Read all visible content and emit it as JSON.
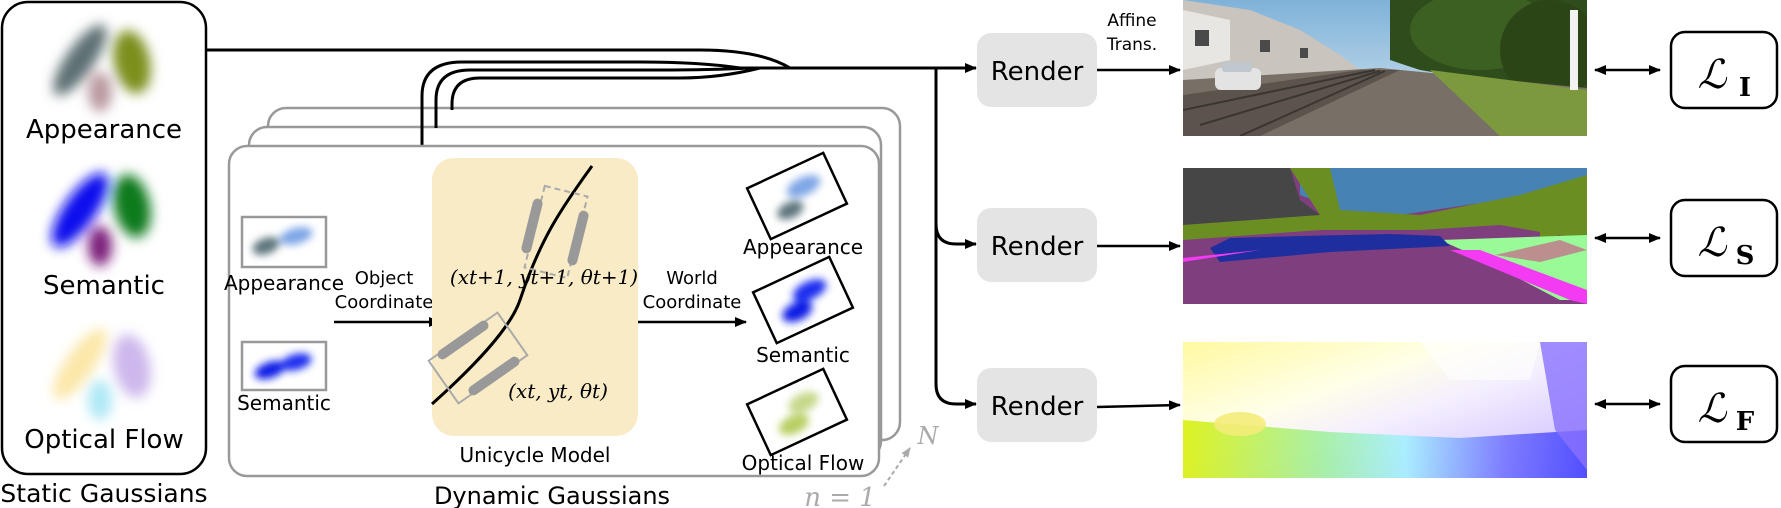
{
  "static_panel": {
    "caption": "Static Gaussians",
    "labels": [
      "Appearance",
      "Semantic",
      "Optical Flow"
    ]
  },
  "dynamic_panel": {
    "caption": "Dynamic Gaussians",
    "input_labels": [
      "Appearance",
      "Semantic"
    ],
    "output_labels": [
      "Appearance",
      "Semantic",
      "Optical Flow"
    ],
    "object_coordinate": [
      "Object",
      "Coordinate"
    ],
    "world_coordinate": [
      "World",
      "Coordinate"
    ],
    "unicycle_title": "Unicycle Model",
    "state_t1": "(x_{t+1}, y_{t+1}, θ_{t+1})",
    "state_t1_text": "(xt+1, yt+1, θt+1)",
    "state_t": "(x_t, y_t, θ_t)",
    "state_t_text": "(xt, yt, θt)",
    "stack_n": "n = 1",
    "stack_N": "N"
  },
  "render": {
    "labels": [
      "Render",
      "Render",
      "Render"
    ]
  },
  "affine": [
    "Affine",
    "Trans."
  ],
  "losses": [
    {
      "symbol": "ℒ",
      "subscript": "I"
    },
    {
      "symbol": "ℒ",
      "subscript": "S"
    },
    {
      "symbol": "ℒ",
      "subscript": "F"
    }
  ],
  "colors": {
    "yellow_panel": "#f8ebc6",
    "render_box": "#e4e4e4",
    "frame_gray": "#999999",
    "semantic_purple": "#7f3f7f",
    "semantic_blue": "#1f2e9e",
    "semantic_green": "#6b8e23",
    "semantic_sky": "#4682b4"
  }
}
